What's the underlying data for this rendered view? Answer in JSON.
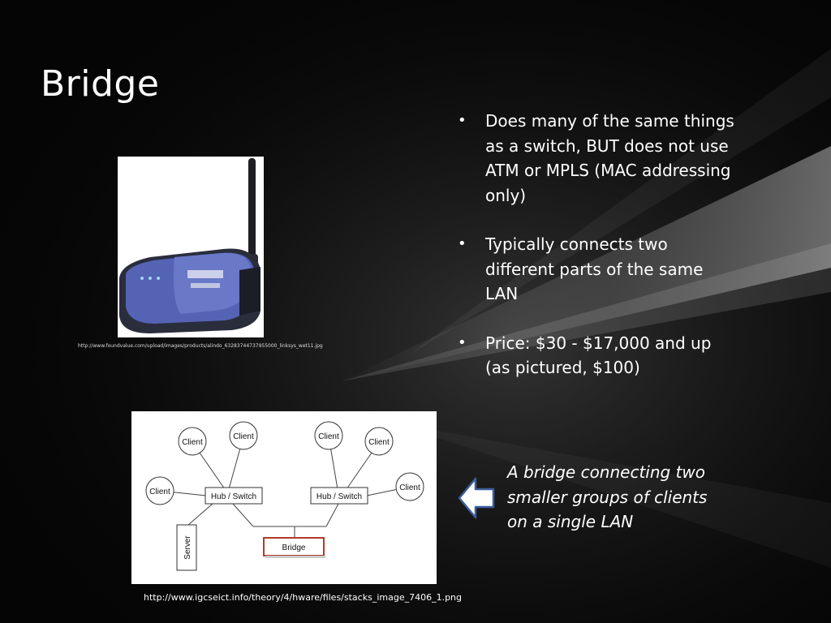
{
  "slide": {
    "title": "Bridge",
    "bullets": [
      {
        "text": "Does many of the same things as a switch, BUT does not use ATM or MPLS (MAC addressing only)"
      },
      {
        "text": "Typically connects two different parts of the same LAN"
      },
      {
        "text": "Price:  $30 - $17,000 and up (as pictured, $100)"
      }
    ],
    "bullet_glyph": "•",
    "photo_url": "http://www.foundvalue.com/upload/images/products/alindo_63283744737955000_linksys_wet11.jpg",
    "diagram_url": "http://www.igcseict.info/theory/4/hware/files/stacks_image_7406_1.png",
    "caption": "A bridge connecting two smaller groups of clients on a single LAN",
    "diagram": {
      "client_label": "Client",
      "hub_label": "Hub / Switch",
      "server_label": "Server",
      "bridge_label": "Bridge"
    },
    "colors": {
      "background": "#050505",
      "text": "#ffffff",
      "bridge_border": "#b23a2a",
      "arrow_fill": "#ffffff",
      "arrow_stroke": "#3c5d9c"
    }
  }
}
